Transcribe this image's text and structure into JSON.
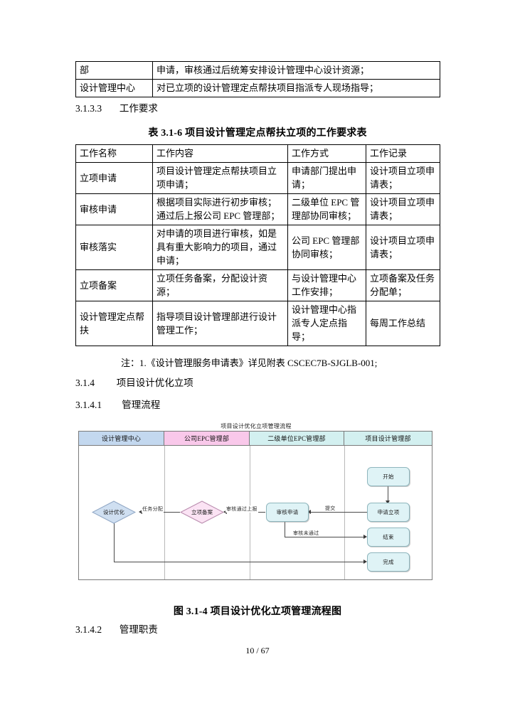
{
  "document": {
    "page_number": "10 / 67",
    "top_table": {
      "rows": [
        {
          "col1": "部",
          "col2": "申请，审核通过后统筹安排设计管理中心设计资源；"
        },
        {
          "col1": "设计管理中心",
          "col2": "对已立项的设计管理定点帮扶项目指派专人现场指导；"
        }
      ]
    },
    "headings": [
      {
        "num": "3.1.3.3",
        "text": "工作要求"
      },
      {
        "num": "3.1.4",
        "text": "项目设计优化立项"
      },
      {
        "num": "3.1.4.1",
        "text": "管理流程"
      },
      {
        "num": "3.1.4.2",
        "text": "管理职责"
      }
    ],
    "table_caption": "表 3.1-6 项目设计管理定点帮扶立项的工作要求表",
    "requirements_table": {
      "headers": [
        "工作名称",
        "工作内容",
        "工作方式",
        "工作记录"
      ],
      "rows": [
        {
          "name": "立项申请",
          "content": "项目设计管理定点帮扶项目立项申请；",
          "method": "申请部门提出申请；",
          "record": "设计项目立项申请表；"
        },
        {
          "name": "审核申请",
          "content": "根据项目实际进行初步审核；通过后上报公司 EPC 管理部；",
          "method": "二级单位 EPC 管理部协同审核；",
          "record": "设计项目立项申请表；"
        },
        {
          "name": "审核落实",
          "content": "对申请的项目进行审核，如是具有重大影响力的项目，通过申请；",
          "method": "公司 EPC 管理部协同审核；",
          "record": "设计项目立项申请表；"
        },
        {
          "name": "立项备案",
          "content": "立项任务备案，分配设计资源；",
          "method": "与设计管理中心工作安排；",
          "record": "立项备案及任务分配单；"
        },
        {
          "name": "设计管理定点帮扶",
          "content": "指导项目设计管理部进行设计管理工作；",
          "method": "设计管理中心指派专人定点指导；",
          "record": "每周工作总结"
        }
      ]
    },
    "note": "注：1.《设计管理服务申请表》详见附表 CSCEC7B-SJGLB-001;",
    "figure_caption": "图 3.1-4 项目设计优化立项管理流程图"
  },
  "flowchart": {
    "title": "项目设计优化立项管理流程",
    "lanes": [
      {
        "label": "设计管理中心",
        "color": "#c3d8ef"
      },
      {
        "label": "公司EPC管理部",
        "color": "#f9c8ea"
      },
      {
        "label": "二级单位EPC管理部",
        "color": "#d3f0f0"
      },
      {
        "label": "项目设计管理部",
        "color": "#d3f0f0"
      }
    ],
    "nodes": [
      {
        "id": "start",
        "label": "开始",
        "shape": "rounded",
        "lane": 3
      },
      {
        "id": "apply",
        "label": "申请立项",
        "shape": "rounded",
        "lane": 3
      },
      {
        "id": "end",
        "label": "结束",
        "shape": "rounded",
        "lane": 3
      },
      {
        "id": "done",
        "label": "完成",
        "shape": "rounded",
        "lane": 3
      },
      {
        "id": "review",
        "label": "审核申请",
        "shape": "rounded",
        "lane": 2
      },
      {
        "id": "filing",
        "label": "立项备案",
        "shape": "diamond",
        "lane": 1
      },
      {
        "id": "optimize",
        "label": "设计优化",
        "shape": "diamond",
        "lane": 0
      }
    ],
    "edges": [
      {
        "from": "start",
        "to": "apply",
        "label": ""
      },
      {
        "from": "apply",
        "to": "review",
        "label": "提交"
      },
      {
        "from": "review",
        "to": "filing",
        "label": "审核通过上报"
      },
      {
        "from": "filing",
        "to": "optimize",
        "label": "任务分配"
      },
      {
        "from": "review",
        "to": "end",
        "label": "审核未通过"
      },
      {
        "from": "optimize",
        "to": "done",
        "label": ""
      }
    ]
  }
}
